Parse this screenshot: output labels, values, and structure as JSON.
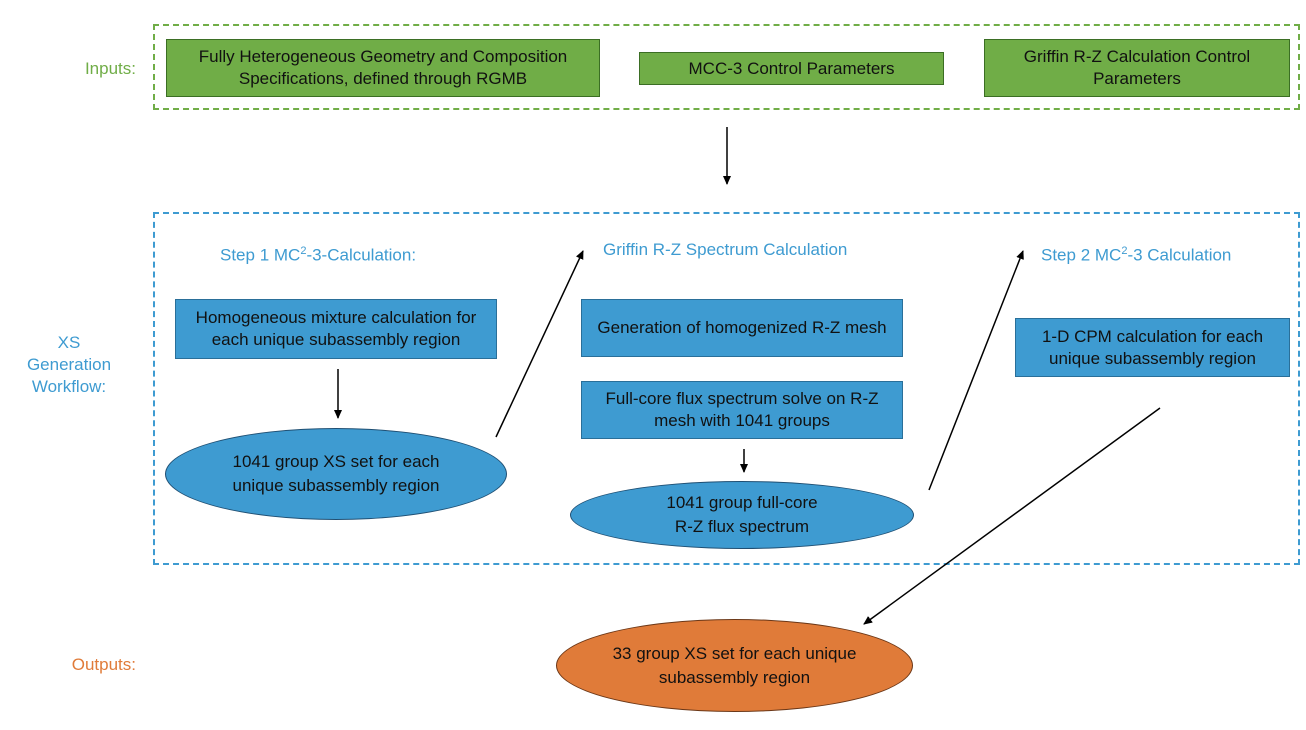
{
  "labels": {
    "inputs": "Inputs:",
    "xs_workflow": "XS Generation Workflow:",
    "outputs": "Outputs:"
  },
  "inputs": {
    "geometry": "Fully Heterogeneous Geometry and Composition Specifications, defined through RGMB",
    "mcc3_params": "MCC-3 Control Parameters",
    "griffin_params": "Griffin R-Z Calculation Control Parameters"
  },
  "steps": {
    "step1_prefix": "Step 1 MC",
    "step1_sup": "2",
    "step1_suffix": "-3-Calculation:",
    "griffin": "Griffin R-Z Spectrum Calculation",
    "step2_prefix": "Step 2 MC",
    "step2_sup": "2",
    "step2_suffix": "-3 Calculation"
  },
  "workflow": {
    "homogeneous_mixture": "Homogeneous mixture calculation for each unique subassembly region",
    "xs_1041": "1041 group XS set for each unique subassembly region",
    "generation_mesh": "Generation of homogenized R-Z mesh",
    "flux_solve": "Full-core flux spectrum solve on R-Z mesh with 1041 groups",
    "flux_1041": "1041 group full-core R-Z flux spectrum",
    "cpm": "1-D CPM calculation for each unique subassembly region"
  },
  "outputs": {
    "xs_33": "33 group XS set for each unique subassembly region"
  },
  "colors": {
    "input_green": "#70AD47",
    "workflow_blue": "#3E9BD1",
    "output_orange": "#E07B39"
  }
}
